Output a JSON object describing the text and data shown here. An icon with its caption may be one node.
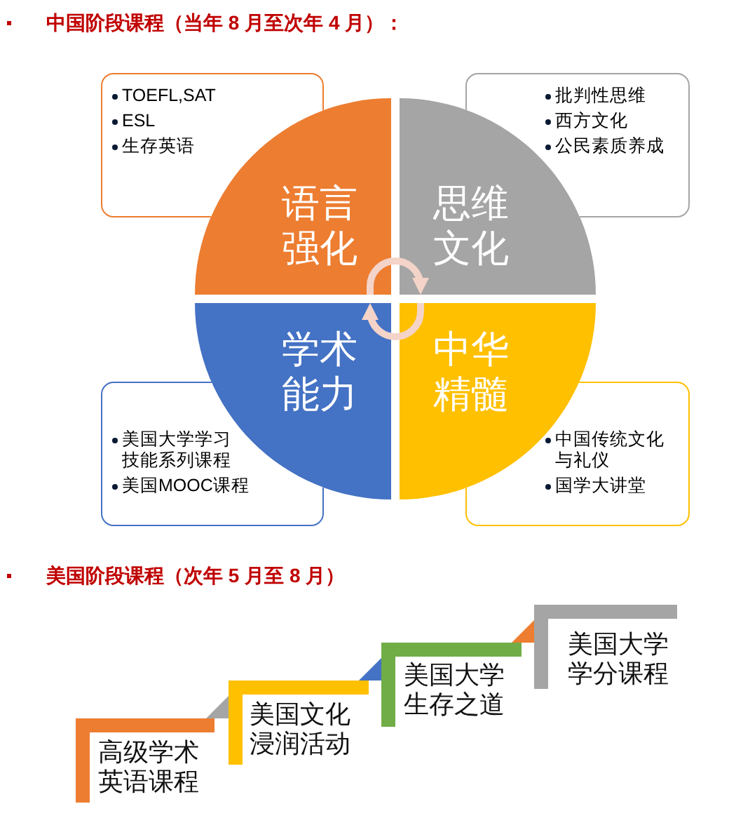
{
  "diagram": {
    "nodes": [
      {
        "text": [
          "TOEFL,SAT",
          "ESL",
          "生存英语"
        ]
      },
      {
        "text": [
          "批判性思维",
          "西方文化",
          "公民素质养成"
        ]
      },
      {
        "text": [
          "语言强化"
        ]
      },
      {
        "text": [
          "思维文化"
        ]
      },
      {
        "text": [
          "学术能力"
        ]
      },
      {
        "text": [
          "中华精髓"
        ]
      },
      {
        "text": [
          "美国大学学习技能系列课程",
          "美国MOOC课程"
        ]
      },
      {
        "text": [
          "中国传统文化与礼仪",
          "国学大讲堂"
        ]
      },
      {
        "text": [
          "高级学术英语课程"
        ]
      },
      {
        "text": [
          "美国文化浸润活动"
        ]
      },
      {
        "text": [
          "美国大学生存之道"
        ]
      },
      {
        "text": [
          "美国大学学分课程"
        ]
      }
    ],
    "edges": [
      {
        "from": 2,
        "to": 3,
        "arrow": "to"
      },
      {
        "from": 5,
        "to": 4,
        "arrow": "to"
      },
      {
        "from": 9,
        "to": 8,
        "arrow": "to",
        "color": "#a5a5a5"
      },
      {
        "from": 10,
        "to": 9,
        "arrow": "to",
        "color": "#4472c4"
      },
      {
        "from": 11,
        "to": 10,
        "arrow": "to",
        "color": "#ed7d31"
      }
    ],
    "labels": [
      "中国阶段课程（当年 8 月至次年 4 月）：",
      "美国阶段课程（次年 5 月至 8 月）"
    ]
  }
}
